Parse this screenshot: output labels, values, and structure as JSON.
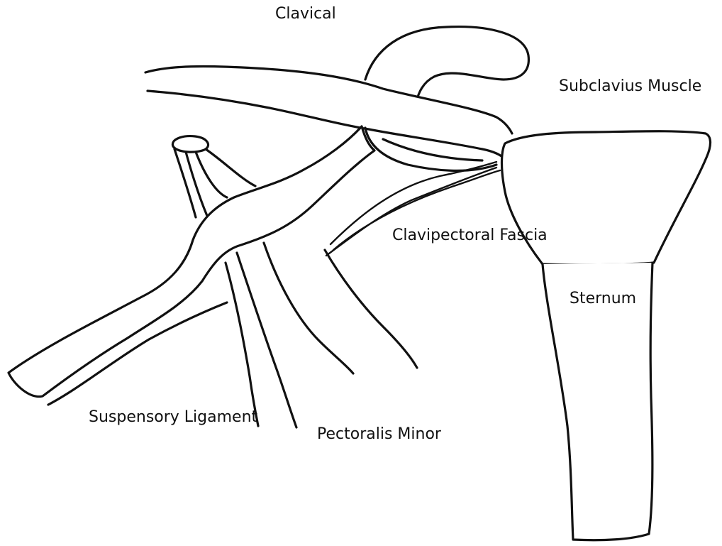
{
  "labels": {
    "clavical": "Clavical",
    "subclavius_muscle": "Subclavius Muscle",
    "clavipectoral_fascia": "Clavipectoral Fascia",
    "sternum": "Sternum",
    "suspensory_ligament": "Suspensory Ligament",
    "pectoralis_minor": "Pectoralis Minor"
  },
  "colors": {
    "ink": "#111111",
    "background": "#ffffff"
  }
}
